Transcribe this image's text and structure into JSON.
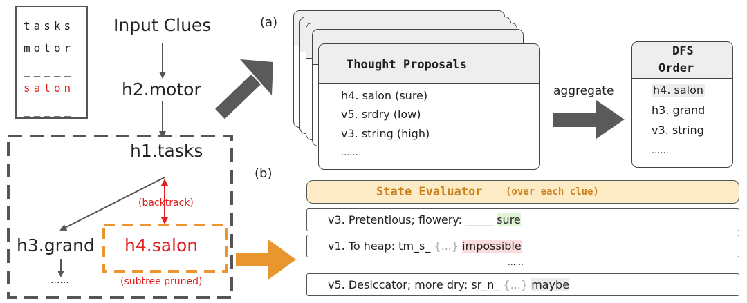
{
  "board": {
    "rows": [
      "tasks",
      "motor",
      "_____",
      "salon",
      "_____"
    ],
    "highlight_color": "#e02020"
  },
  "search": {
    "input_label": "Input Clues",
    "h2": "h2.motor",
    "h1": "h1.tasks",
    "h3": "h3.grand",
    "h4": "h4.salon",
    "ellipsis": "......",
    "backtrack": "(backtrack)",
    "pruned": "(subtree pruned)"
  },
  "labels": {
    "a": "(a)",
    "b": "(b)"
  },
  "proposals": {
    "title": "Thought Proposals",
    "items": [
      "h4. salon (sure)",
      "v5. srdry (low)",
      "v3. string (high)",
      "......"
    ]
  },
  "aggregate_label": "aggregate",
  "dfs": {
    "title_line1": "DFS",
    "title_line2": "Order",
    "items": [
      "h4. salon",
      "h3. grand",
      "v3. string",
      "......"
    ]
  },
  "evaluator": {
    "title": "State Evaluator",
    "subtitle": "(over each clue)",
    "rows": [
      {
        "clue": "v3. Pretentious; flowery: _____ ",
        "brace": "",
        "verdict": "sure"
      },
      {
        "clue": "v1. To heap: tm_s_ ",
        "brace": "{...}",
        "verdict": "impossible"
      },
      {
        "clue": "v5. Desiccator; more dry: sr_n_ ",
        "brace": "{...}",
        "verdict": "maybe"
      }
    ],
    "between_ellipsis": "......"
  },
  "colors": {
    "red": "#e02020",
    "orange": "#e8962e",
    "gray": "#555555",
    "eval_title": "#c8821e"
  }
}
